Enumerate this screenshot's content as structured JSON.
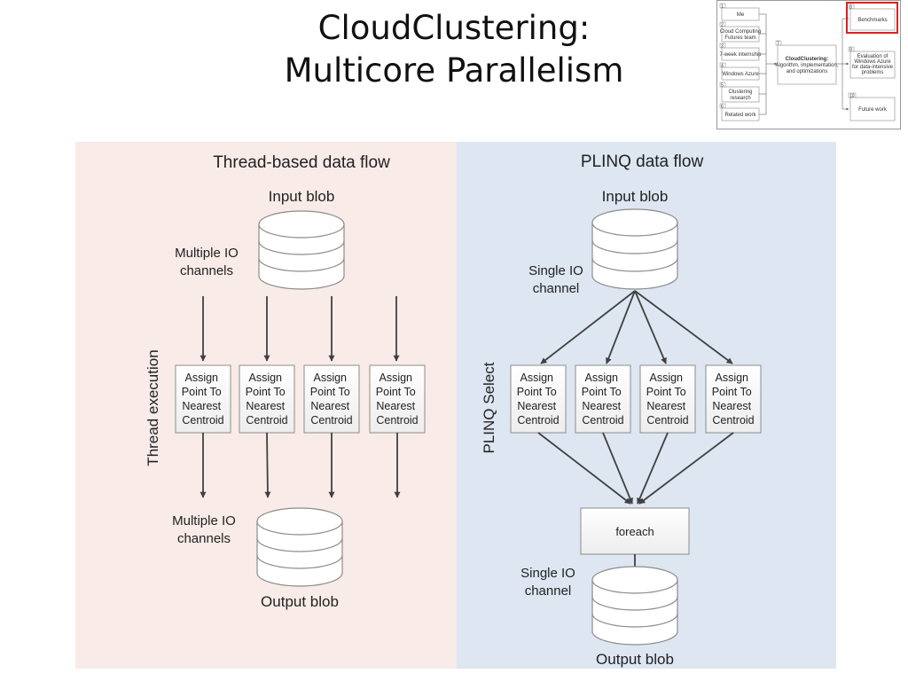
{
  "slide": {
    "title_line1": "CloudClustering:",
    "title_line2": "Multicore Parallelism"
  },
  "left_panel": {
    "title": "Thread-based data flow",
    "input_label": "Input blob",
    "io_top_line1": "Multiple IO",
    "io_top_line2": "channels",
    "vertical_label": "Thread execution",
    "task_lines": [
      "Assign",
      "Point To",
      "Nearest",
      "Centroid"
    ],
    "io_bottom_line1": "Multiple IO",
    "io_bottom_line2": "channels",
    "output_label": "Output blob",
    "background": "#f8ebe8"
  },
  "right_panel": {
    "title": "PLINQ data flow",
    "input_label": "Input blob",
    "io_top_line1": "Single IO",
    "io_top_line2": "channel",
    "vertical_label": "PLINQ Select",
    "task_lines": [
      "Assign",
      "Point To",
      "Nearest",
      "Centroid"
    ],
    "foreach_label": "foreach",
    "io_bottom_line1": "Single IO",
    "io_bottom_line2": "channel",
    "output_label": "Output blob",
    "background": "#dde6f1"
  },
  "thumbnail": {
    "left_items": [
      {
        "num": "1",
        "label_lines": [
          "Me"
        ]
      },
      {
        "num": "2",
        "label_lines": [
          "Cloud Computing",
          "Futures team"
        ]
      },
      {
        "num": "3",
        "label_lines": [
          "7-week internship"
        ]
      },
      {
        "num": "4",
        "label_lines": [
          "Windows Azure"
        ]
      },
      {
        "num": "5",
        "label_lines": [
          "Clustering",
          "research"
        ]
      },
      {
        "num": "6",
        "label_lines": [
          "Related work"
        ]
      }
    ],
    "center_item": {
      "num": "7",
      "bold_line": "CloudClustering:",
      "label_lines": [
        "Algorithm, implementation,",
        "and optimizations"
      ]
    },
    "right_items": [
      {
        "num": "8",
        "label_lines": [
          "Benchmarks"
        ],
        "highlighted": true
      },
      {
        "num": "9",
        "label_lines": [
          "Evaluation of",
          "Windows Azure",
          "for data-intensive",
          "problems"
        ]
      },
      {
        "num": "10",
        "label_lines": [
          "Future work"
        ]
      }
    ],
    "highlight_color": "#e02020"
  },
  "colors": {
    "arrow": "#404040",
    "cylinder_stroke": "#8c8c8c",
    "box_stroke": "#8c8c8c"
  }
}
